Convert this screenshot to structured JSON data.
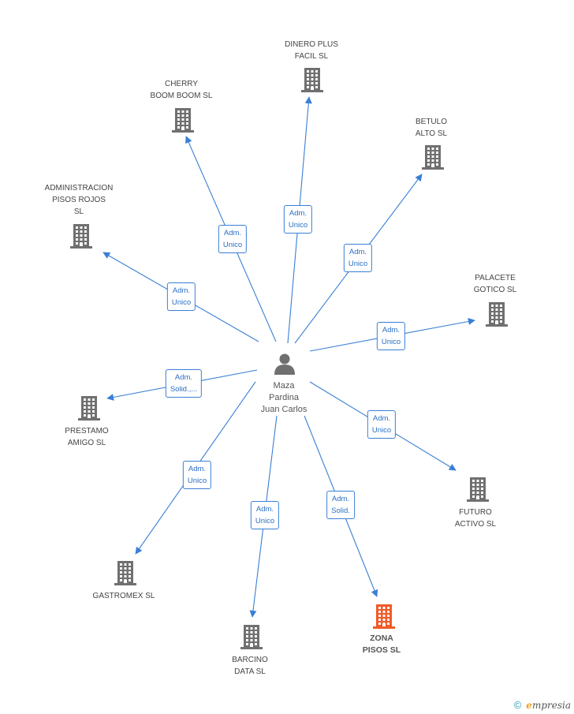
{
  "colors": {
    "edge": "#3a7fd5",
    "building": "#707070",
    "building_highlight": "#f25a28",
    "person": "#707070"
  },
  "center": {
    "icon": "person-icon",
    "lines": [
      "Maza",
      "Pardina",
      "Juan Carlos"
    ]
  },
  "nodes": [
    {
      "id": "dinero-plus",
      "icon": "building-icon",
      "lines": [
        "DINERO PLUS",
        "FACIL SL"
      ],
      "relation": [
        "Adm.",
        "Unico"
      ],
      "highlight": false
    },
    {
      "id": "cherry",
      "icon": "building-icon",
      "lines": [
        "CHERRY",
        "BOOM BOOM SL"
      ],
      "relation": [
        "Adm.",
        "Unico"
      ],
      "highlight": false
    },
    {
      "id": "betulo",
      "icon": "building-icon",
      "lines": [
        "BETULO",
        "ALTO SL"
      ],
      "relation": [
        "Adm.",
        "Unico"
      ],
      "highlight": false
    },
    {
      "id": "administracion",
      "icon": "building-icon",
      "lines": [
        "ADMINISTRACION",
        "PISOS ROJOS",
        "SL"
      ],
      "relation": [
        "Adm.",
        "Unico"
      ],
      "highlight": false
    },
    {
      "id": "palacete",
      "icon": "building-icon",
      "lines": [
        "PALACETE",
        "GOTICO  SL"
      ],
      "relation": [
        "Adm.",
        "Unico"
      ],
      "highlight": false
    },
    {
      "id": "prestamo",
      "icon": "building-icon",
      "lines": [
        "PRESTAMO",
        "AMIGO SL"
      ],
      "relation": [
        "Adm.",
        "Solid.,..."
      ],
      "highlight": false
    },
    {
      "id": "futuro",
      "icon": "building-icon",
      "lines": [
        "FUTURO",
        "ACTIVO SL"
      ],
      "relation": [
        "Adm.",
        "Unico"
      ],
      "highlight": false
    },
    {
      "id": "gastromex",
      "icon": "building-icon",
      "lines": [
        "GASTROMEX SL"
      ],
      "relation": [
        "Adm.",
        "Unico"
      ],
      "highlight": false
    },
    {
      "id": "barcino",
      "icon": "building-icon",
      "lines": [
        "BARCINO",
        "DATA SL"
      ],
      "relation": [
        "Adm.",
        "Unico"
      ],
      "highlight": false
    },
    {
      "id": "zona-pisos",
      "icon": "building-icon",
      "lines": [
        "ZONA",
        "PISOS SL"
      ],
      "relation": [
        "Adm.",
        "Solid."
      ],
      "highlight": true
    }
  ],
  "credit": {
    "symbol": "©",
    "brand_initial": "e",
    "brand_rest": "mpresia"
  }
}
